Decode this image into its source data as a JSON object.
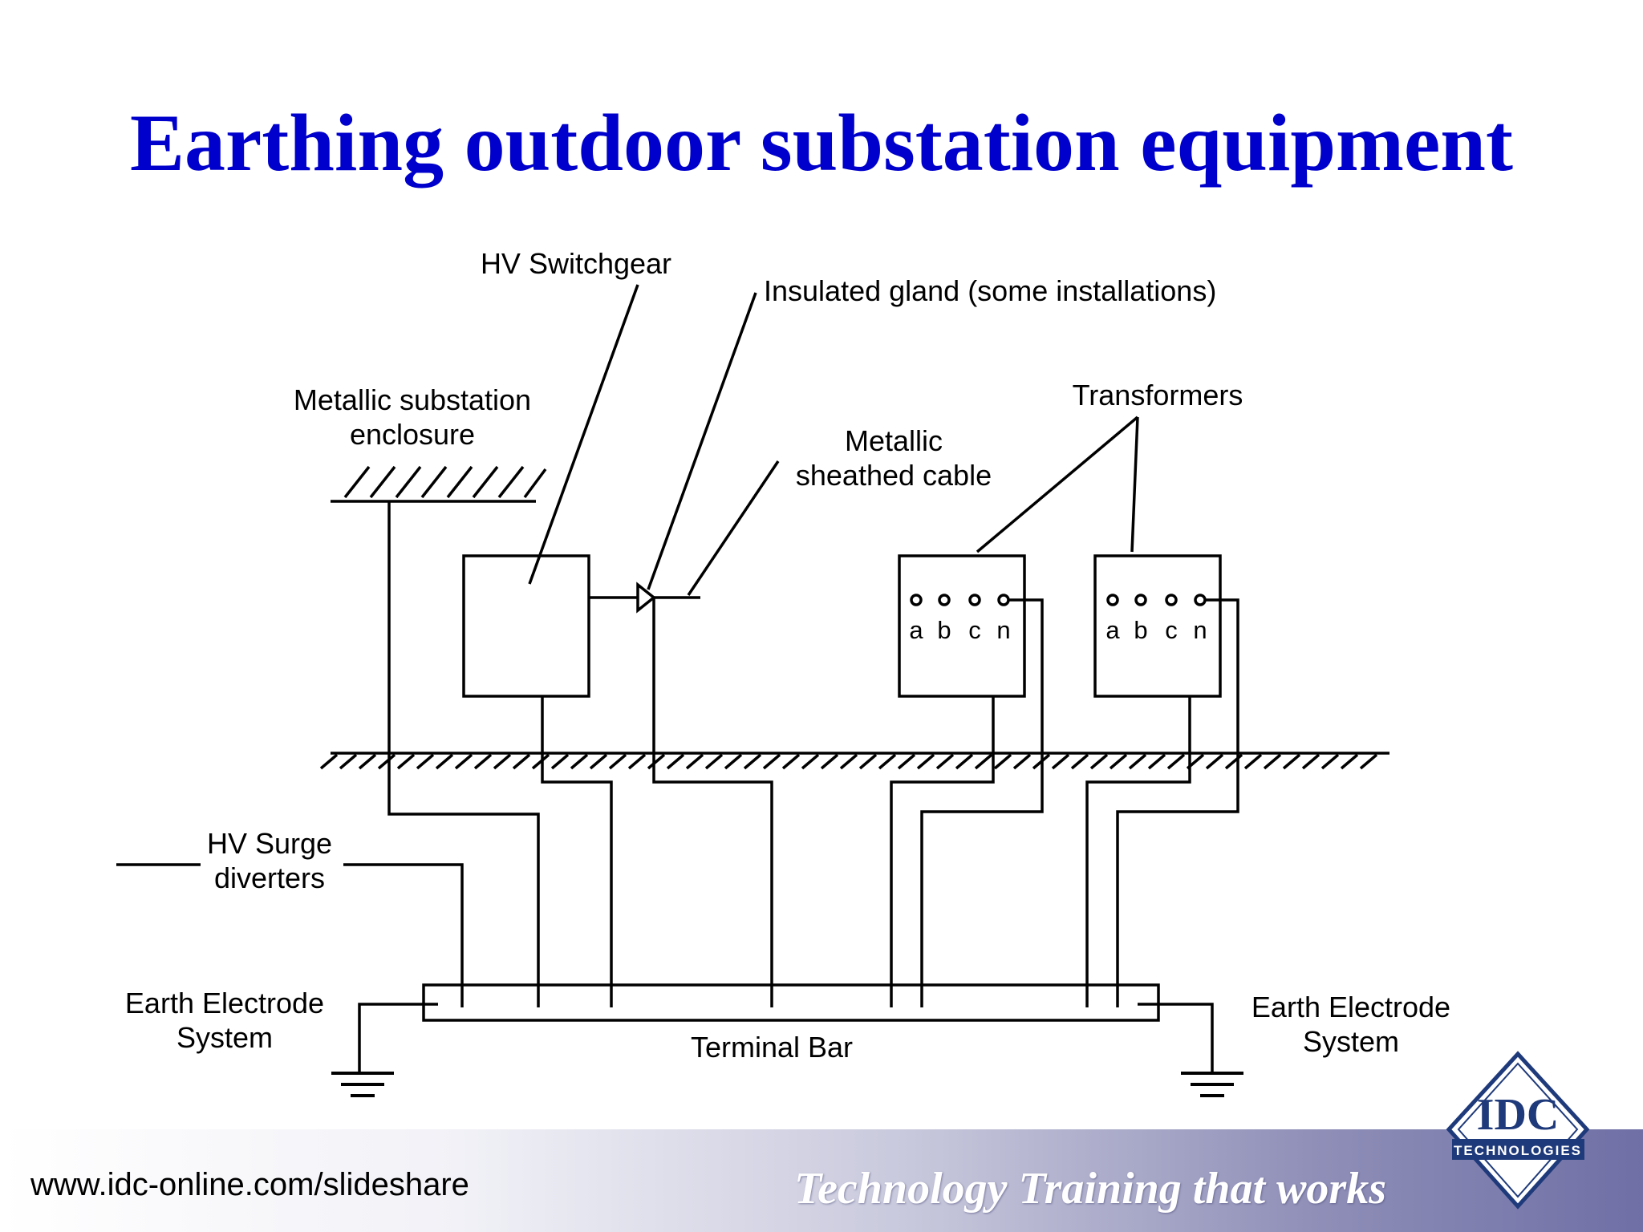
{
  "title": "Earthing outdoor substation equipment",
  "labels": {
    "hv_switchgear": "HV Switchgear",
    "insulated_gland": "Insulated gland (some installations)",
    "enclosure_line1": "Metallic substation",
    "enclosure_line2": "enclosure",
    "cable_line1": "Metallic",
    "cable_line2": "sheathed cable",
    "transformers": "Transformers",
    "surge_line1": "HV Surge",
    "surge_line2": "diverters",
    "earth_left_line1": "Earth Electrode",
    "earth_left_line2": "System",
    "earth_right_line1": "Earth Electrode",
    "earth_right_line2": "System",
    "terminal_bar": "Terminal Bar"
  },
  "transformer_terminals": [
    "a",
    "b",
    "c",
    "n"
  ],
  "footer": {
    "url": "www.idc-online.com/slideshare",
    "tagline": "Technology Training that works"
  },
  "logo": {
    "name": "IDC",
    "subtitle": "TECHNOLOGIES"
  },
  "colors": {
    "title": "#0000cc",
    "lines": "#000000",
    "footer_gradient_end": "#6f6fa6",
    "logo_blue": "#1f3a7a"
  }
}
